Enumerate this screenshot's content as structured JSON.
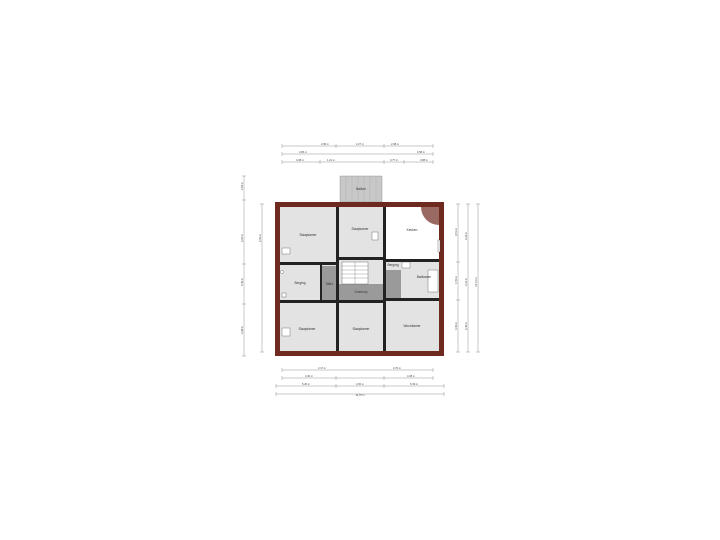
{
  "rooms": [
    {
      "id": "bedroom-nw",
      "label": "Slaapkamer"
    },
    {
      "id": "bedroom-n",
      "label": "Slaapkamer"
    },
    {
      "id": "kitchen",
      "label": "Keuken"
    },
    {
      "id": "bathroom",
      "label": "Badkamer"
    },
    {
      "id": "hall",
      "label": "Overloop"
    },
    {
      "id": "bedroom-sw",
      "label": "Slaapkamer"
    },
    {
      "id": "bedroom-s",
      "label": "Slaapkamer"
    },
    {
      "id": "living",
      "label": "Woonkamer"
    },
    {
      "id": "storage",
      "label": "Berging"
    },
    {
      "id": "balcony",
      "label": "Balkon"
    },
    {
      "id": "toilet",
      "label": "Toilet"
    },
    {
      "id": "utility",
      "label": "Berging"
    }
  ],
  "dimensions": {
    "top_row1": [
      "2,96 m",
      "2,27 m",
      "2,98 m"
    ],
    "top_row2": [
      "3,80 m",
      "3,58 m"
    ],
    "top_row3": [
      "4,08 m",
      "1,21 m",
      "0,77 m",
      "3,88 m"
    ],
    "left_col": [
      "2,64 m",
      "4,02 m",
      "5,39 m",
      "3,28 m",
      "4,52 m"
    ],
    "right_col": [
      "3,51 m",
      "4,24 m",
      "1,53 m",
      "2,31 m",
      "3,33 m",
      "10,75 m",
      "4,44 m"
    ],
    "bottom_row1": [
      "2,17 m",
      "3,70 m"
    ],
    "bottom_row2": [
      "4,30 m",
      "4,08 m"
    ],
    "bottom_row3": [
      "5,26 m",
      "3,60 m",
      "5,39 m"
    ],
    "bottom_total": "14,75 m"
  }
}
